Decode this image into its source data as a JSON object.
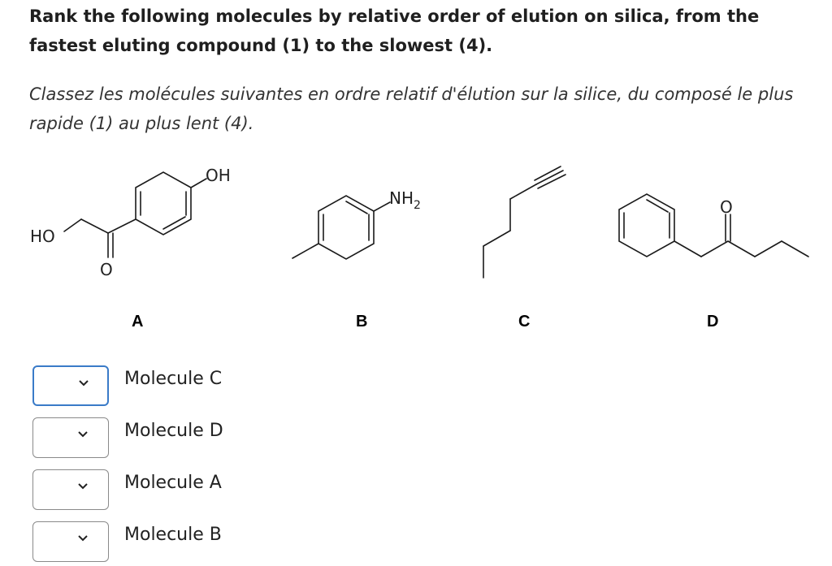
{
  "question": {
    "english": "Rank the following molecules by relative order of elution on silica, from the fastest eluting compound (1) to the slowest (4).",
    "french": "Classez les molécules suivantes en ordre relatif d'élution sur la silice, du composé le plus rapide (1) au plus lent (4)."
  },
  "molecules": {
    "a": {
      "label": "A",
      "atoms": {
        "ho": "HO",
        "oh": "OH",
        "o": "O"
      }
    },
    "b": {
      "label": "B",
      "atoms": {
        "nh": "NH",
        "sub": "2"
      }
    },
    "c": {
      "label": "C"
    },
    "d": {
      "label": "D",
      "atoms": {
        "o": "O"
      }
    }
  },
  "ranking": {
    "rows": [
      {
        "label": "Molecule C",
        "selected": ""
      },
      {
        "label": "Molecule D",
        "selected": ""
      },
      {
        "label": "Molecule A",
        "selected": ""
      },
      {
        "label": "Molecule B",
        "selected": ""
      }
    ],
    "icon": "chevron-down-icon"
  }
}
